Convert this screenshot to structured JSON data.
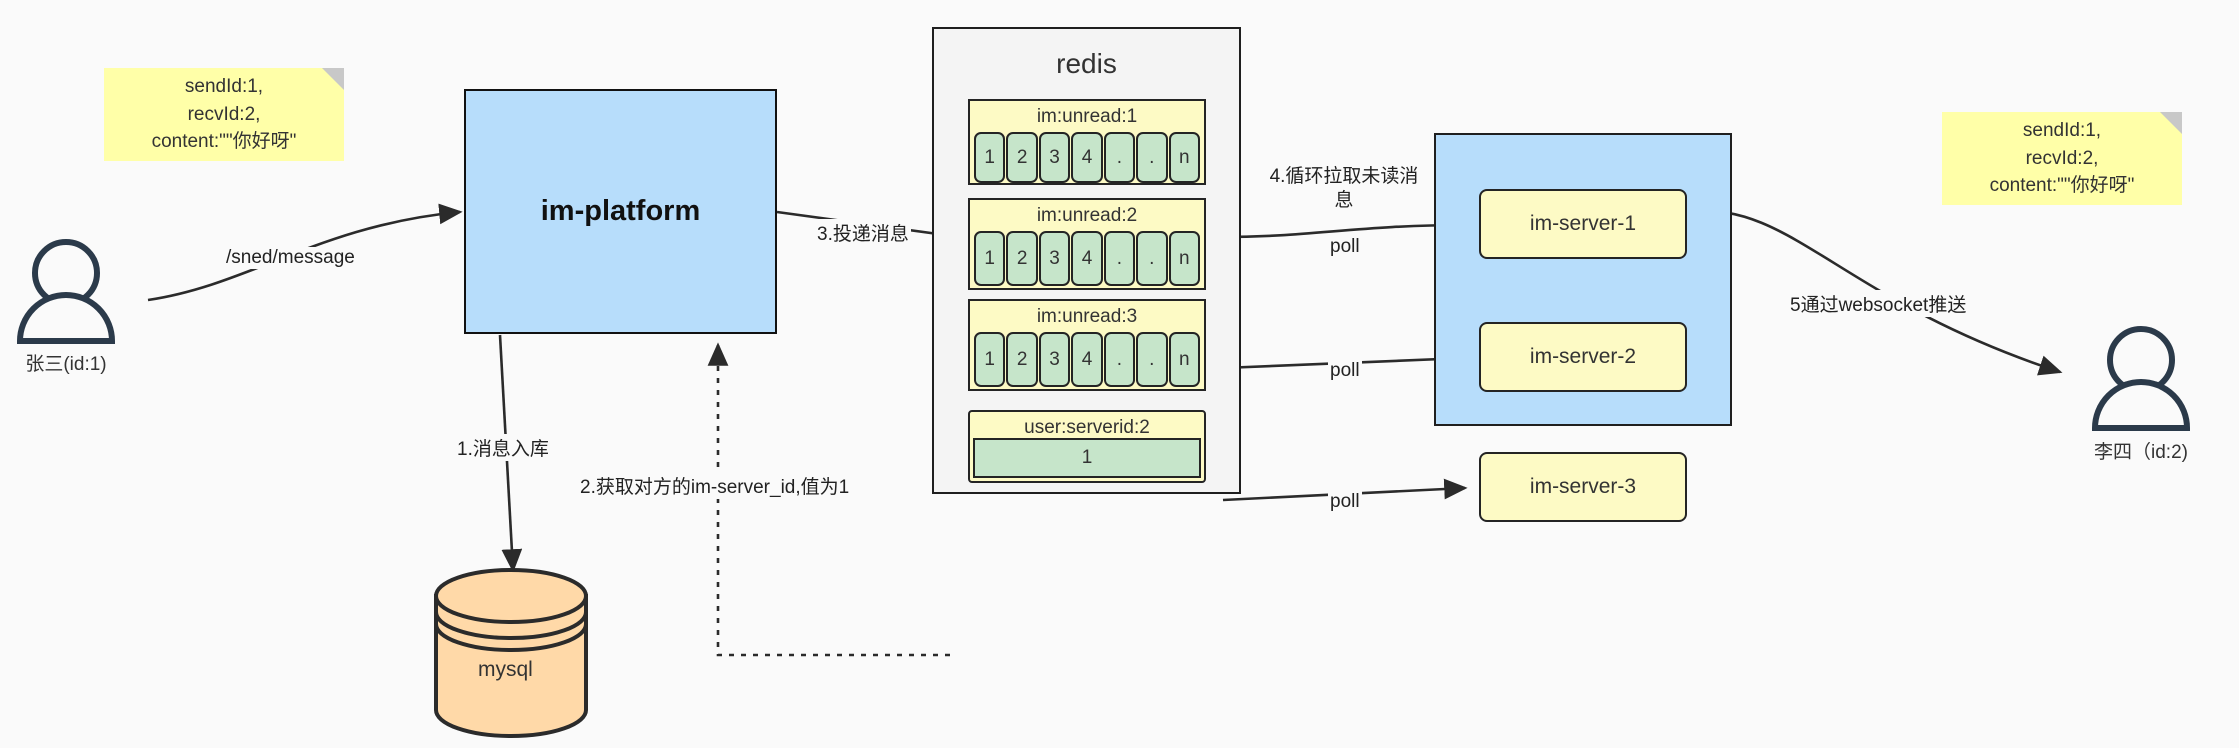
{
  "diagram": {
    "title": "IM message delivery flow",
    "colors": {
      "note": "#ffffa8",
      "platform": "#b7ddfb",
      "redis_bg": "#f4f4f4",
      "queue_header": "#fdfac5",
      "queue_cell": "#c6e5ca",
      "server_box": "#fdfac5",
      "cluster": "#b7ddfb",
      "mysql": "#ffd9a8",
      "stroke": "#242424"
    }
  },
  "notes": {
    "left": {
      "line1": "sendId:1,",
      "line2": "recvId:2,",
      "line3": "content:\"\"你好呀\""
    },
    "right": {
      "line1": "sendId:1,",
      "line2": "recvId:2,",
      "line3": "content:\"\"你好呀\""
    }
  },
  "actors": {
    "sender": {
      "label": "张三(id:1)"
    },
    "receiver": {
      "label": "李四（id:2)"
    }
  },
  "platform": {
    "label": "im-platform"
  },
  "mysql": {
    "label": "mysql"
  },
  "redis": {
    "title": "redis",
    "queues": [
      {
        "key": "im:unread:1",
        "cells": [
          "1",
          "2",
          "3",
          "4",
          ".",
          ".",
          "n"
        ]
      },
      {
        "key": "im:unread:2",
        "cells": [
          "1",
          "2",
          "3",
          "4",
          ".",
          ".",
          "n"
        ]
      },
      {
        "key": "im:unread:3",
        "cells": [
          "1",
          "2",
          "3",
          "4",
          ".",
          ".",
          "n"
        ]
      }
    ],
    "kv": {
      "key": "user:serverid:2",
      "value": "1"
    }
  },
  "cluster": {
    "servers": [
      {
        "label": "im-server-1"
      },
      {
        "label": "im-server-2"
      },
      {
        "label": "im-server-3"
      }
    ]
  },
  "edges": {
    "send_message": "/sned/message",
    "step1": "1.消息入库",
    "step2": "2.获取对方的im-server_id,值为1",
    "step3": "3.投递消息",
    "step4_line1": "4.循环拉取未读消",
    "step4_line2": "息",
    "poll1": "poll",
    "poll2": "poll",
    "poll3": "poll",
    "step5": "5通过websocket推送"
  }
}
